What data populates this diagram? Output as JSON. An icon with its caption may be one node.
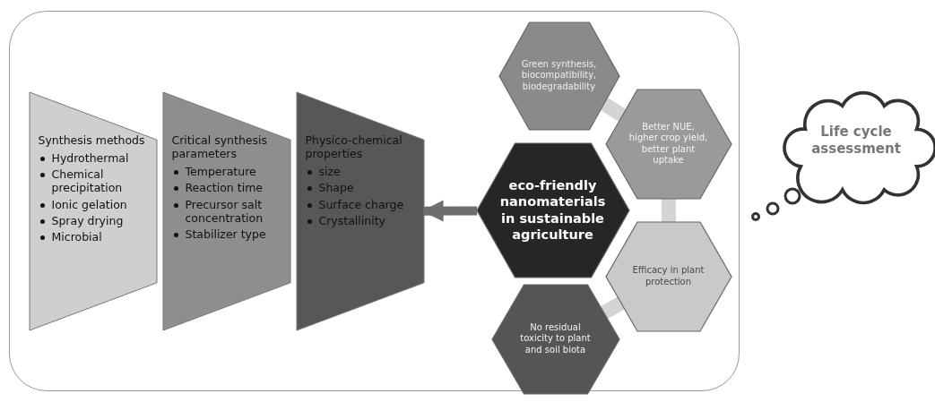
{
  "diagram": {
    "nodes": [
      {
        "text": [],
        "shape": "box"
      },
      {
        "text": [
          "Synthesis methods",
          "Hydrothermal",
          "Chemical precipitation",
          "Ionic gelation",
          "Spray drying",
          "Microbial"
        ],
        "in": 0
      },
      {
        "text": [
          "Critical synthesis parameters",
          "Temperature",
          "Reaction time",
          "Precursor salt concentration",
          "Stabilizer type"
        ],
        "in": 0
      },
      {
        "text": [
          "Physico-chemical properties",
          "size",
          "Shape",
          "Surface charge",
          "Crystallinity"
        ],
        "in": 0
      },
      {
        "text": [
          "eco-friendly nanomaterials in sustainable agriculture"
        ],
        "in": 0
      },
      {
        "text": [
          "Green synthesis, biocompatibility, biodegradability"
        ],
        "in": 0
      },
      {
        "text": [
          "Better NUE, higher crop yield, better plant uptake"
        ],
        "in": 0
      },
      {
        "text": [
          "Efficacy in plant protection"
        ],
        "in": 0
      },
      {
        "text": [
          "No residual toxicity to plant and soil biota"
        ],
        "in": 0
      },
      {
        "text": [
          "Life cycle assessment"
        ]
      }
    ],
    "edges": [
      {
        "from": 4,
        "to": 3,
        "arrow": "to",
        "color": "#6e6e6e"
      },
      {
        "from": 5,
        "to": 6,
        "arrow": "none"
      },
      {
        "from": 6,
        "to": 7,
        "arrow": "none"
      },
      {
        "from": 7,
        "to": 8,
        "arrow": "none"
      }
    ]
  }
}
